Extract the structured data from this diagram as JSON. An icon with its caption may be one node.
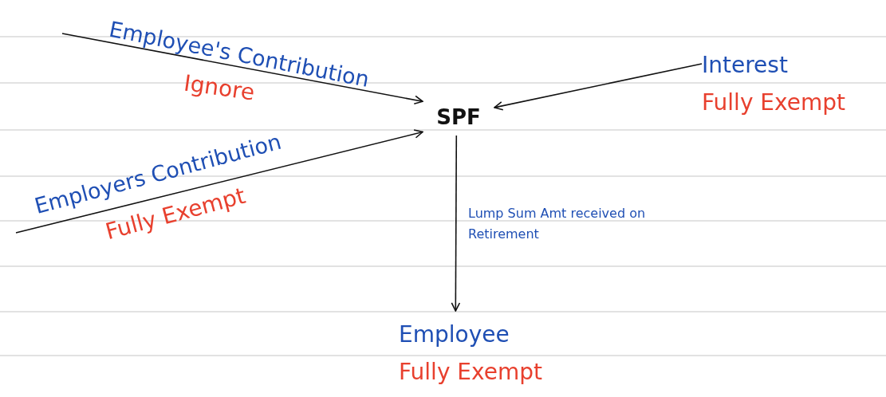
{
  "diagram": {
    "nodes": [
      {
        "text": [
          "SPF"
        ]
      },
      {
        "text": [
          "Interest",
          "Fully Exempt"
        ]
      },
      {
        "text": [
          "Employee",
          "Fully Exempt"
        ]
      }
    ],
    "edges": [
      {
        "from": null,
        "to": 0,
        "arrow": "to",
        "label": "Employee's Contribution"
      },
      {
        "from": null,
        "to": 0,
        "arrow": "to",
        "label": "Employers Contribution"
      },
      {
        "from": 1,
        "to": 0,
        "arrow": "to"
      },
      {
        "from": 0,
        "to": 2,
        "arrow": "to",
        "label": "Lump Sum Amt received on Retirement"
      }
    ],
    "labels": [
      "Ignore",
      "Fully Exempt"
    ]
  }
}
